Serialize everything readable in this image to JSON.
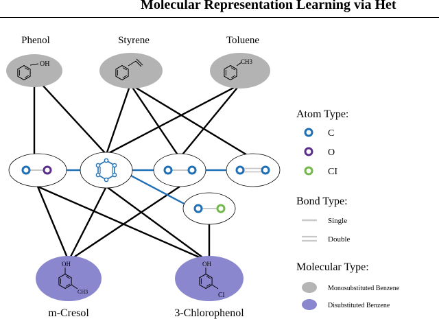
{
  "header": {
    "title": "Molecular Representation Learning via Het"
  },
  "molecules": {
    "top": [
      {
        "name": "Phenol",
        "substituent": "OH"
      },
      {
        "name": "Styrene",
        "substituent": ""
      },
      {
        "name": "Toluene",
        "substituent": "CH3"
      }
    ],
    "bottom": [
      {
        "name": "m-Cresol",
        "substituent_top": "OH",
        "substituent_side": "CH3"
      },
      {
        "name": "3-Chlorophenol",
        "substituent_top": "OH",
        "substituent_side": "Cl"
      }
    ]
  },
  "legend": {
    "atom_type": {
      "title": "Atom Type:",
      "items": [
        {
          "label": "C",
          "color": "#1f6fb5"
        },
        {
          "label": "O",
          "color": "#5a2d8c"
        },
        {
          "label": "CI",
          "color": "#72b84a"
        }
      ]
    },
    "bond_type": {
      "title": "Bond Type:",
      "items": [
        {
          "label": "Single"
        },
        {
          "label": "Double"
        }
      ]
    },
    "molecular_type": {
      "title": "Molecular Type:",
      "items": [
        {
          "label": "Monosubstituted Benzene",
          "color": "#b5b5b5"
        },
        {
          "label": "Disubstituted Benzene",
          "color": "#8a87cf"
        }
      ]
    }
  },
  "colors": {
    "graph_edge": "#000000",
    "motif_edge": "#1f6fb5",
    "bond": "#c8c8c8"
  }
}
